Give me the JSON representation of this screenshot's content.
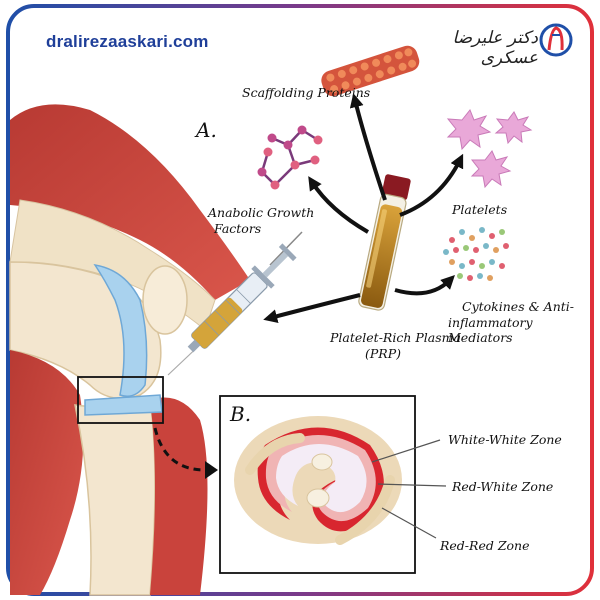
{
  "header": {
    "site_url": "dralirezaaskari.com",
    "persian_name": "دکتر علیرضا عسکری",
    "logo_icon": "clinic-logo-icon"
  },
  "panel_a": {
    "letter": "A.",
    "labels": {
      "scaffolding": "Scaffolding Proteins",
      "anabolic_line1": "Anabolic Growth",
      "anabolic_line2": "Factors",
      "platelets": "Platelets",
      "cytokines_line1": "Cytokines & Anti-",
      "cytokines_line2": "inflammatory Mediators",
      "prp_line1": "Platelet-Rich Plasma",
      "prp_line2": "(PRP)"
    }
  },
  "panel_b": {
    "letter": "B.",
    "labels": {
      "white_white": "White-White Zone",
      "red_white": "Red-White Zone",
      "red_red": "Red-Red Zone"
    }
  },
  "colors": {
    "frame_left": "#1f4fa8",
    "frame_right": "#e0303a",
    "muscle": "#c9433c",
    "bone": "#f1e3cc",
    "plasma": "#b8860b",
    "meniscus_red": "#d8262f",
    "platelet_pink": "#e9a8d8"
  }
}
